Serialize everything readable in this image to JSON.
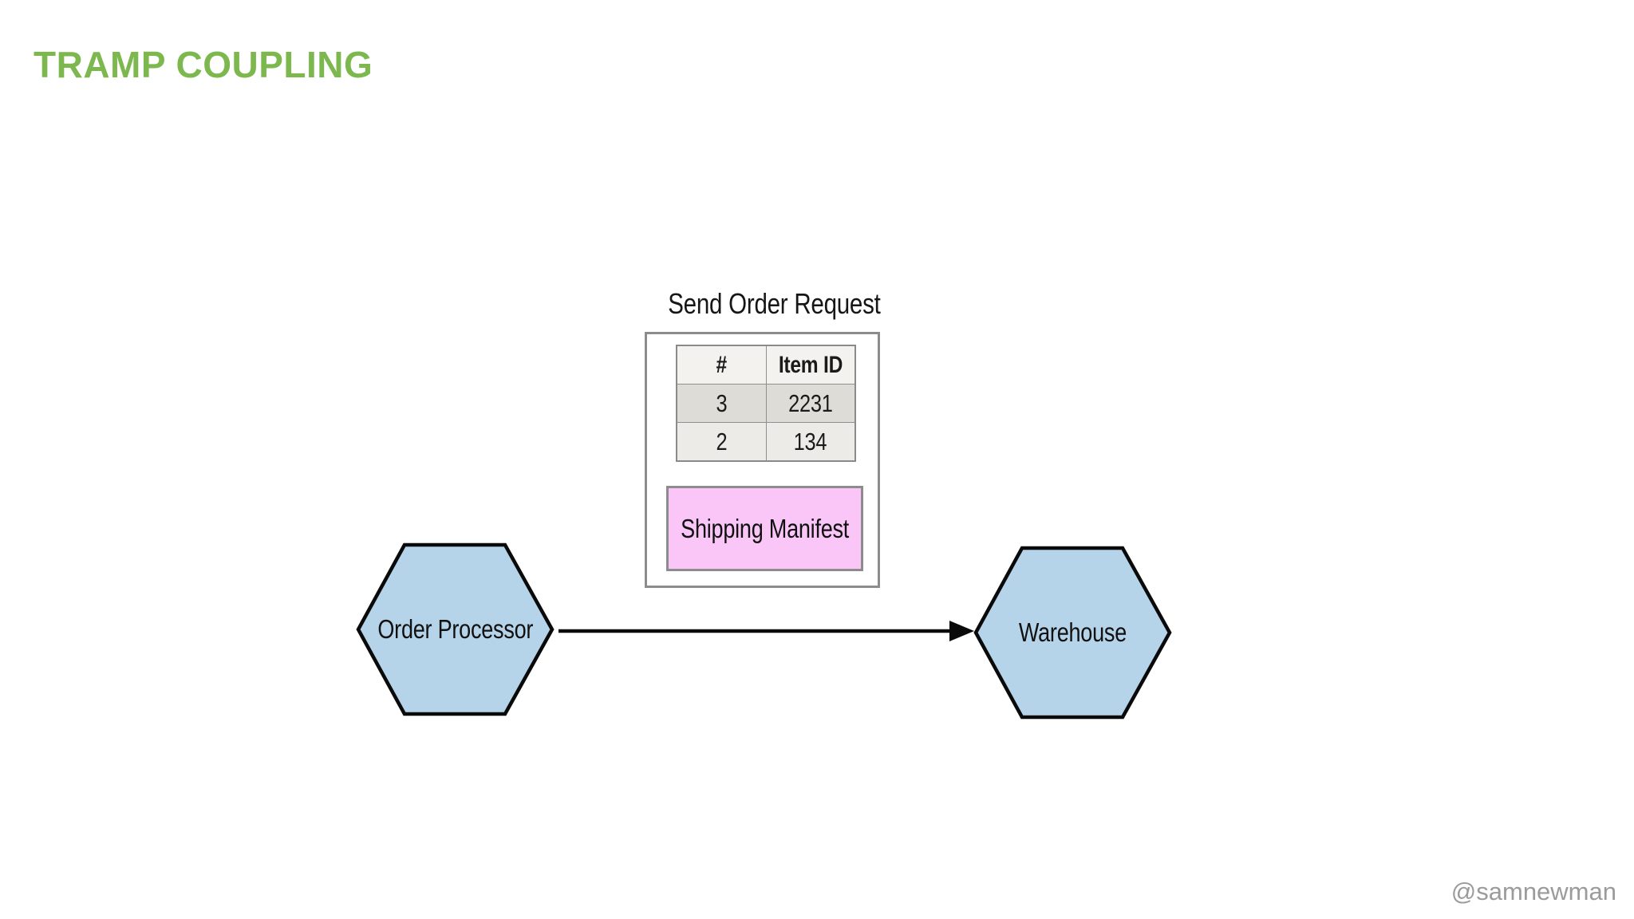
{
  "slide": {
    "title": "TRAMP COUPLING",
    "credit": "@samnewman"
  },
  "diagram": {
    "message_label": "Send Order Request",
    "table": {
      "columns": [
        "#",
        "Item ID"
      ],
      "rows": [
        [
          "3",
          "2231"
        ],
        [
          "2",
          "134"
        ]
      ]
    },
    "manifest_label": "Shipping Manifest",
    "nodes": [
      {
        "id": "order-processor",
        "label": "Order Processor",
        "shape": "hexagon"
      },
      {
        "id": "warehouse",
        "label": "Warehouse",
        "shape": "hexagon"
      }
    ],
    "edge": {
      "from": "Order Processor",
      "to": "Warehouse",
      "direction": "right"
    }
  },
  "colors": {
    "title_green": "#7db84f",
    "hexagon_fill": "#b5d3e9",
    "hexagon_stroke": "#0a0a0a",
    "manifest_pink": "#f9c6f7",
    "box_border_gray": "#8c8c8c",
    "table_header_bg": "#f3f2ef",
    "table_row1_bg": "#dedcd7",
    "table_row2_bg": "#edebe7",
    "credit_gray": "#9b9b9b",
    "background": "#ffffff"
  }
}
